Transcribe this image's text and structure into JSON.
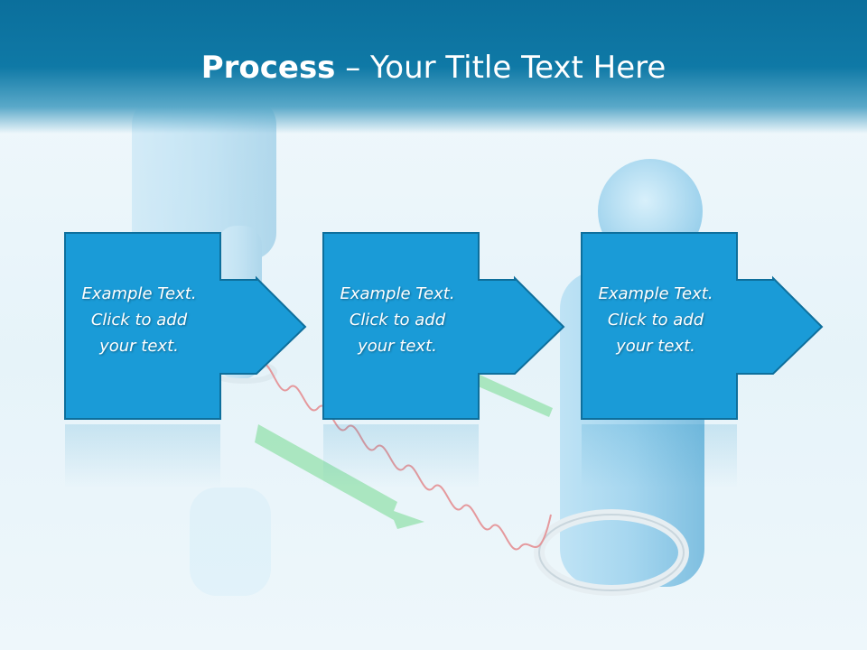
{
  "slide": {
    "title_bold": "Process",
    "title_rest": " – Your Title Text Here"
  },
  "colors": {
    "title_bar": "#0f79a6",
    "box_fill": "#1a9bd7",
    "box_border": "#0e6f9c",
    "figure": "#9fd3ee",
    "spring": "#e59a9a",
    "green_arrow": "#7fd89a"
  },
  "steps": [
    {
      "text": "Example Text.\nClick  to add\nyour text."
    },
    {
      "text": "Example Text.\nClick  to add\nyour text."
    },
    {
      "text": "Example Text.\nClick  to add\nyour text."
    }
  ]
}
